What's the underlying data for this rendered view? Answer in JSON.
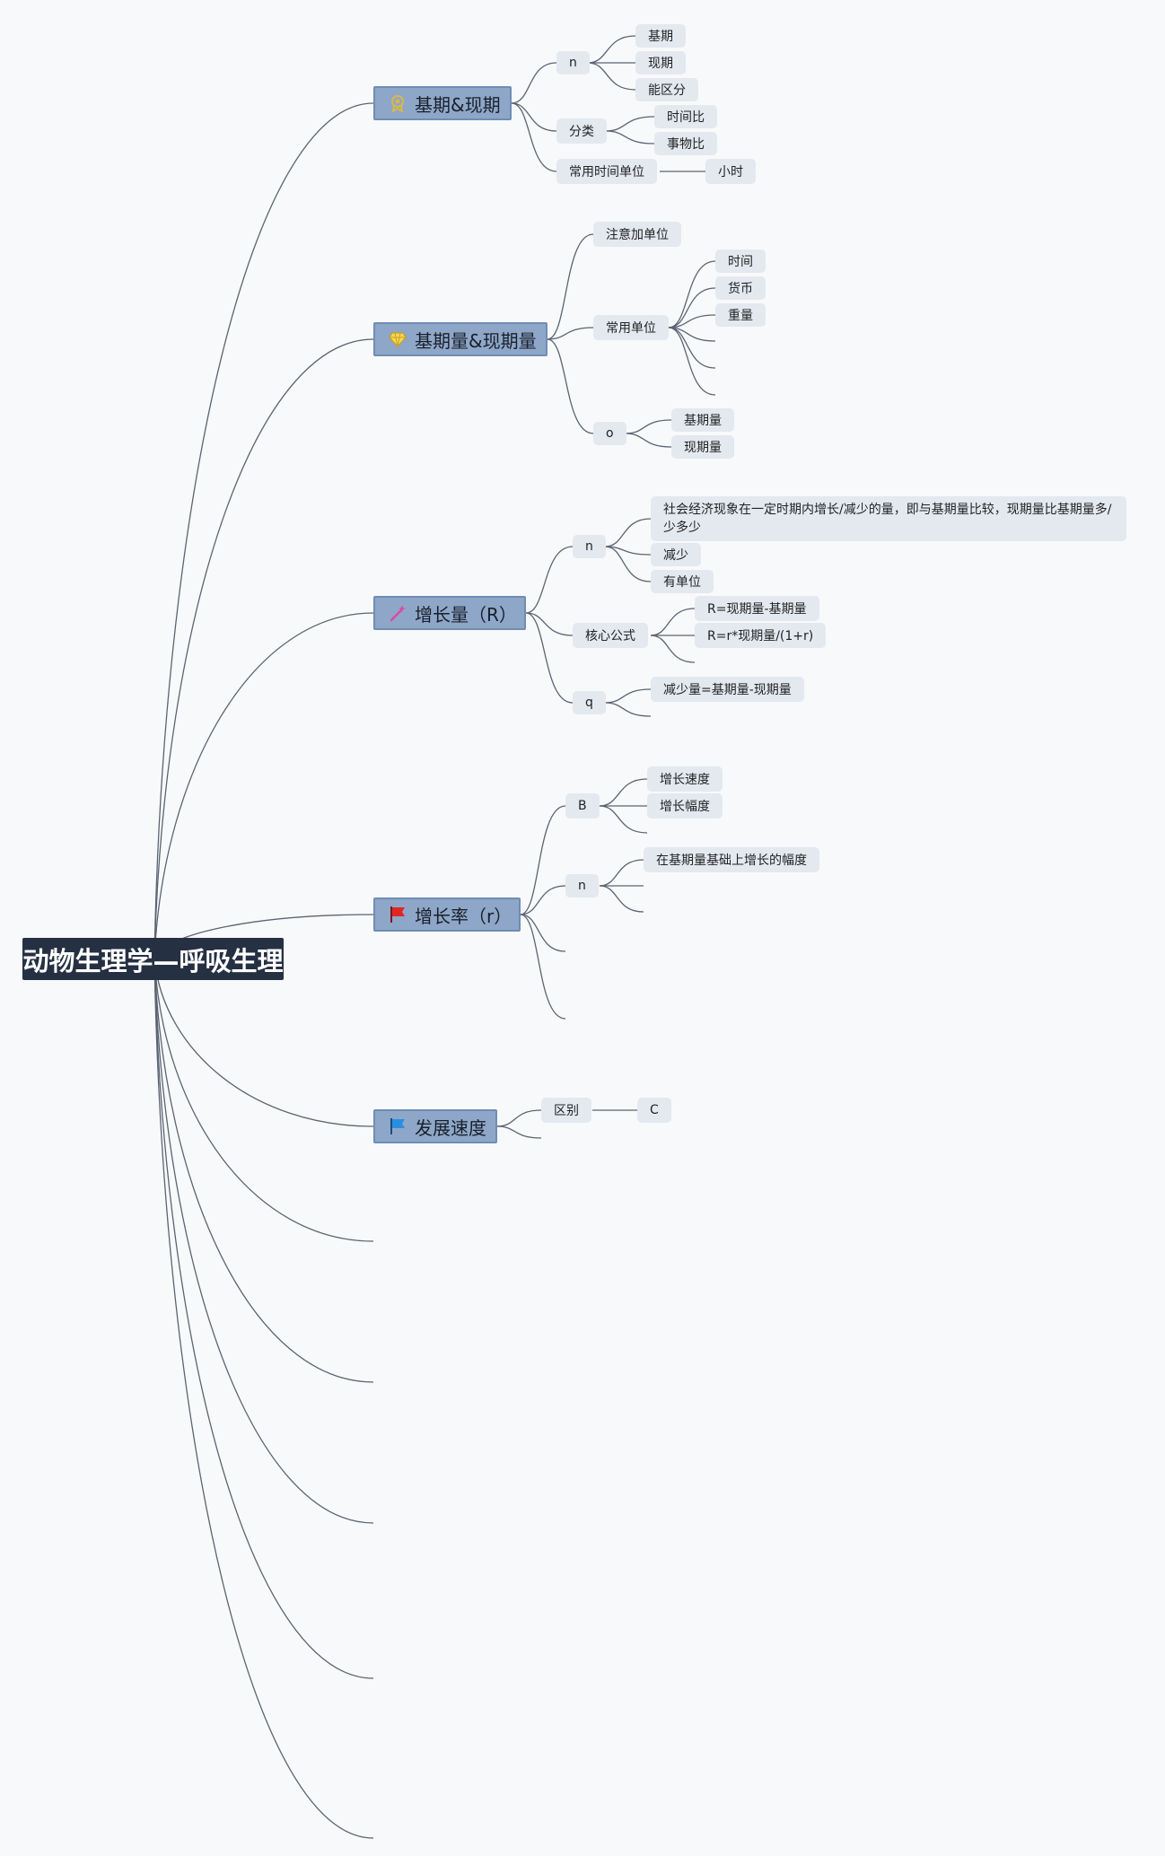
{
  "root": {
    "label": "动物生理学—呼吸生理"
  },
  "branches": [
    {
      "label": "基期&现期",
      "icon": "award-ribbon-icon",
      "icon_color": "#d9b84a"
    },
    {
      "label": "基期量&现期量",
      "icon": "diamond-icon",
      "icon_color": "#e8c52e"
    },
    {
      "label": "增长量（R）",
      "icon": "magic-wand-icon",
      "icon_color": "#d94aa6"
    },
    {
      "label": "增长率（r）",
      "icon": "red-flag-icon",
      "icon_color": "#e02525"
    },
    {
      "label": "发展速度",
      "icon": "blue-flag-icon",
      "icon_color": "#2a8ee0"
    }
  ],
  "nodes": {
    "b1_n": "n",
    "b1_n_1": "基期",
    "b1_n_2": "现期",
    "b1_n_3": "能区分",
    "b1_cls": "分类",
    "b1_cls_1": "时间比",
    "b1_cls_2": "事物比",
    "b1_unit": "常用时间单位",
    "b1_unit_1": "小时",
    "b2_note": "注意加单位",
    "b2_unit": "常用单位",
    "b2_unit_1": "时间",
    "b2_unit_2": "货币",
    "b2_unit_3": "重量",
    "b2_o": "o",
    "b2_o_1": "基期量",
    "b2_o_2": "现期量",
    "b3_n": "n",
    "b3_n_1": "社会经济现象在一定时期内增长/减少的量，即与基期量比较，现期量比基期量多/少多少",
    "b3_n_2": "减少",
    "b3_n_3": "有单位",
    "b3_f": "核心公式",
    "b3_f_1": "R=现期量-基期量",
    "b3_f_2": "R=r*现期量/(1+r)",
    "b3_q": "q",
    "b3_q_1": "减少量=基期量-现期量",
    "b4_b": "B",
    "b4_b_1": "增长速度",
    "b4_b_2": "增长幅度",
    "b4_n": "n",
    "b4_n_1": "在基期量基础上增长的幅度",
    "b5_d": "区别",
    "b5_d_1": "C"
  }
}
